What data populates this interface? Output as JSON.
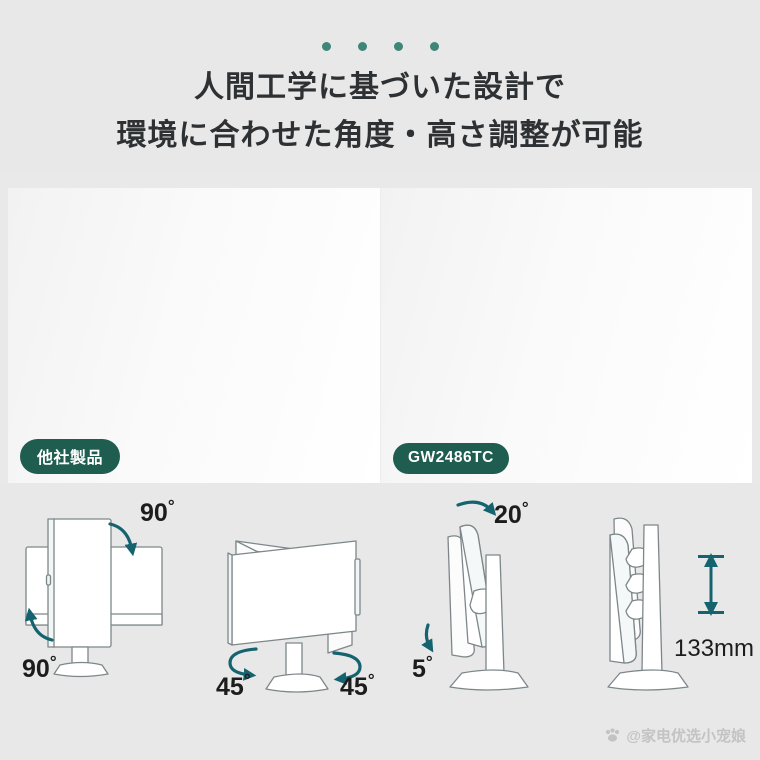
{
  "header": {
    "dots_count": 4,
    "dot_color": "#3f8578",
    "title_line_1": "人間工学に基づいた設計で",
    "title_line_2": "環境に合わせた角度・高さ調整が可能"
  },
  "comparison": {
    "left": {
      "badge": "他社製品",
      "badge_color": "#1f5d50",
      "spine_dot_color": "#8c3a4a",
      "spine_halo_color": "#f3dadd",
      "posture": "hunched-forward",
      "monitor_color": "#9a9a9a",
      "has_height_arrow": false
    },
    "right": {
      "badge": "GW2486TC",
      "badge_color": "#1f5d50",
      "spine_dot_color": "#3fa8c8",
      "spine_halo_color": "#d8eef6",
      "posture": "upright",
      "monitor_color": "#8f8f8f",
      "has_height_arrow": true
    }
  },
  "diagrams": [
    {
      "name": "pivot",
      "labels": [
        {
          "value": "90",
          "unit": "°"
        },
        {
          "value": "90",
          "unit": "°"
        }
      ]
    },
    {
      "name": "swivel",
      "labels": [
        {
          "value": "45",
          "unit": "°"
        },
        {
          "value": "45",
          "unit": "°"
        }
      ]
    },
    {
      "name": "tilt",
      "labels": [
        {
          "value": "20",
          "unit": "°"
        },
        {
          "value": "5",
          "unit": "°"
        }
      ]
    },
    {
      "name": "height",
      "labels": [
        {
          "value": "133mm",
          "unit": ""
        }
      ]
    }
  ],
  "labels": {
    "pivot_top": "90",
    "pivot_bottom": "90",
    "swivel_left": "45",
    "swivel_right": "45",
    "tilt_top": "20",
    "tilt_bottom": "5",
    "height_value": "133mm",
    "degree_sign": "°"
  },
  "watermark": {
    "text": "@家电优选小宠娘"
  },
  "colors": {
    "page_background": "#e8e8e8",
    "panel_background": "#fbfbfb",
    "accent_teal": "#1f5d50",
    "outline": "#6a7274",
    "diagram_stroke": "#7a8486",
    "diagram_accent": "#1b6f7e"
  }
}
